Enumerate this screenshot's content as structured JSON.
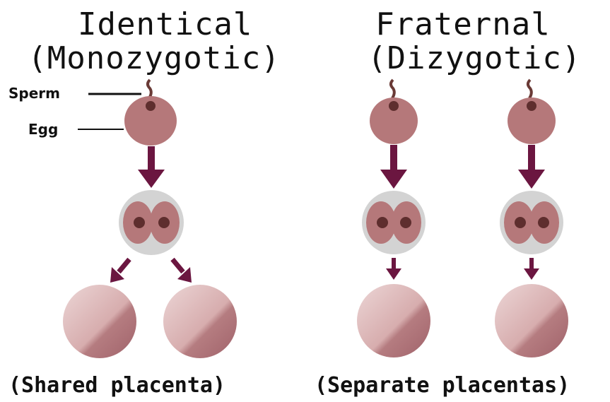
{
  "identical": {
    "title_line1": "Identical",
    "title_line2": "(Monozygotic)",
    "sperm_label": "Sperm",
    "egg_label": "Egg",
    "caption": "(Shared placenta)"
  },
  "fraternal": {
    "title_line1": "Fraternal",
    "title_line2": "(Dizygotic)",
    "caption": "(Separate placentas)"
  },
  "colors": {
    "egg": "#b5787a",
    "nucleus": "#5e2e2e",
    "arrow": "#6b1640",
    "cell_outer": "#d3d3d3",
    "placenta_light": "#e3c4c4",
    "placenta_dark": "#a86a6e"
  }
}
